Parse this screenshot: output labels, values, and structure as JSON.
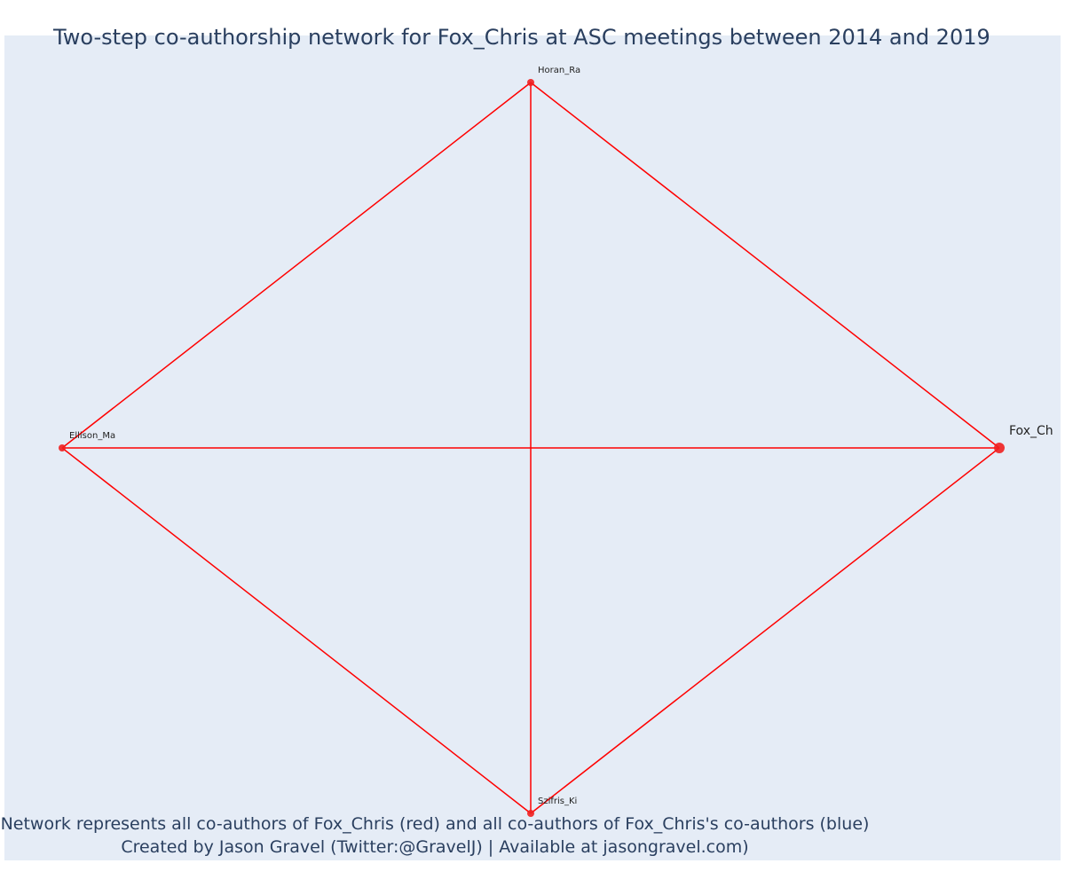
{
  "title": "Two-step co-authorship network for Fox_Chris at ASC meetings between 2014 and 2019",
  "caption": {
    "line1": "Network represents all co-authors of Fox_Chris (red) and all co-authors of Fox_Chris's co-authors (blue)",
    "line2": "Created by Jason Gravel (Twitter:@GravelJ) | Available at jasongravel.com)"
  },
  "colors": {
    "edge": "#ff0000",
    "node": "#ef2020",
    "plot_background": "#e5ecf6",
    "text": "#2a3f5f"
  },
  "network": {
    "nodes": [
      {
        "id": "Horan_Ra",
        "label": "Horan_Ra",
        "group": "co-author",
        "x": 0,
        "y": 1
      },
      {
        "id": "Ellison_Ma",
        "label": "Ellison_Ma",
        "group": "co-author",
        "x": -1,
        "y": 0
      },
      {
        "id": "Fox_Ch",
        "label": "Fox_Ch",
        "group": "focal",
        "x": 1,
        "y": 0
      },
      {
        "id": "Szifris_Ki",
        "label": "Szifris_Ki",
        "group": "co-author",
        "x": 0,
        "y": -1
      }
    ],
    "edges": [
      [
        "Horan_Ra",
        "Ellison_Ma"
      ],
      [
        "Horan_Ra",
        "Fox_Ch"
      ],
      [
        "Horan_Ra",
        "Szifris_Ki"
      ],
      [
        "Ellison_Ma",
        "Fox_Ch"
      ],
      [
        "Ellison_Ma",
        "Szifris_Ki"
      ],
      [
        "Fox_Ch",
        "Szifris_Ki"
      ]
    ]
  }
}
